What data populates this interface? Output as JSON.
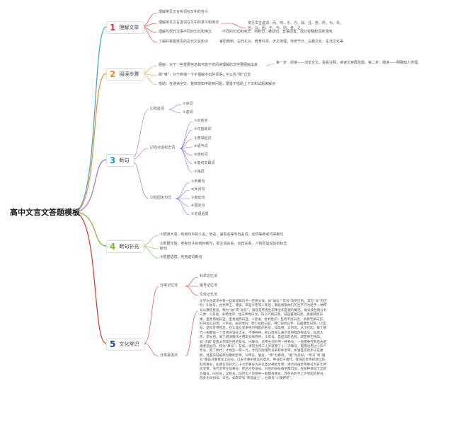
{
  "root": {
    "title": "高中文言文答题模板"
  },
  "branches": [
    {
      "num": "1",
      "label": "理解文章",
      "color": "#e0302a",
      "children": [
        {
          "text": "理解常见文言实词在文中的含义"
        },
        {
          "text": "理解常见文言虚词在文中的意义和用法",
          "detail": "常见文言虚词：而、何、乎、乃、其、且、若、所、为、焉、也、以、因、于、与、则、者、之。"
        },
        {
          "text": "理解与现代汉语不同的句式和用法",
          "detail": "不同的句式和用法：判断句、被动句、宾语前置、成分省略和词类活用。"
        },
        {
          "text": "了解并掌握常见的古代文化知识",
          "detail": "官职典制、古代礼仪、教育科举、天文地理、传统节日、古籍文化、生活文化等"
        }
      ]
    },
    {
      "num": "2",
      "label": "阅读步骤",
      "color": "#f08a24",
      "children": [
        {
          "text": "圈画：对于一些重要信息和可能干扰阅读理解的文字要圈画出来",
          "detail": "第一步：阅读——浏览全文，看看注释，读读文意概括题。第二步：细读——明确知人辨理。"
        },
        {
          "text": "跨“难”：对于新接一下子理解不出的词语，可以先“跨”过去"
        },
        {
          "text": "借助：在通读全文，整体感知中碰到问题，要善于借助上下文和试题来解决"
        }
      ]
    },
    {
      "num": "3",
      "label": "断句",
      "color": "#1f9ed8",
      "groups": [
        {
          "text": "⑴找虚词",
          "items": [
            "①实词",
            "②虚词"
          ]
        },
        {
          "text": "⑵找对话标志词",
          "items": [
            "①对话字",
            "②句首助词",
            "③表领起词",
            "④语气词",
            "⑤感叹词",
            "⑥复句关联词",
            "⑦连词"
          ]
        },
        {
          "text": "⑶找固定句式",
          "items": [
            "①判断句",
            "②反问句",
            "③被动句",
            "④固定句",
            "⑤定语后置"
          ]
        }
      ]
    },
    {
      "num": "4",
      "label": "断句补充",
      "color": "#7ab530",
      "children": [
        {
          "text": "①根通大意，利用句中的人名、地名、官职名等专有名词、动词等参考词来断句"
        },
        {
          "text": "②根据句意，参考句子的结构断句，即主谓关系、动宾关系、人物及其说话的标志断句"
        },
        {
          "text": "③根据语境，利用虚词断句"
        }
      ]
    },
    {
      "num": "5",
      "label": "文化常识",
      "color": "#1a3e8f",
      "groups": [
        {
          "text": "分串记忆法",
          "items": [
            "科举记忆法",
            "履号记忆法",
            "文体记忆法"
          ]
        },
        {
          "text": "分类易混法",
          "detail": "文学文化常识中有一些易混知识点一定要分清。如“谥号”“年号”等的区别。常见“号”的区别：⑴谥号。古代帝王、诸侯、高官大臣等人死后，朝廷根据他们的生平行为给予一种称号以褒贬善恶，称为“谥”或“谥号”。谥号是死者生前事业和品德的概括。谥号按性质分为三类：①美谥，表扬性的：经天纬地曰文，布义行刚曰景，威强睿德曰武，柔质慈民曰惠，圣善周闻曰宣，圣善闻周曰宣。②恶谥，批判性的：乱而不损曰灵，杀戮无辜曰厉，好内远礼曰炀。③平谥，表同情的：恭仁短折曰哀，慈仁短折曰怀，在国遭忧曰愍。⑵庙号，是指皇帝死后，在太庙立室奉祀时特起的名号，如高祖、太宗等。从汉代起，每个朝代一般都第一个皇帝的谥号太长，不便称呼，所以唐宋以来的皇帝都改称庙号，如唐太宗、宋太祖。到了明清两代才用年号来称呼。⑶年号。是纪年的名称，即是帝王用的。如“贞观”是唐太宗李世民的年号。⑷尊号。皇帝生前的另一种称号，一般都要在死后由后继者追加的，称为“尊号”。又如，清同治帝二十岁就尊了十一次尊号，乾隆也用过十四个年号。到了明代，才规定一帝一元，才有可能用年号来称呼皇帝。如清圣宗的年号是康熙，清圣宗就被称为康熙皇帝。⑸帝号、徽号。“帝”为尊称，“徽”为美好，“帝号”和“徽号”都是对尊者加上的号，以表示尊崇褒美的意思。帝号起于唐代，往往在皇帝初登位后就有尊号，如唐玄宗开元二十七年尊号为开元圣文神武皇帝；清代则由皇帝尊号为开元神武皇帝。清代皇帝生前尊号，死后才有谥号。对后的谥号每字都可加，在某种情况下又称为徽号。⑹别号，又称号，旧时对人的称呼一般都有尊号、改在名和字之外另起的称号，因此也叫别号、诨名。如李白号“青莲居士”，杜甫号“少陵野老”。"
        }
      ]
    }
  ]
}
